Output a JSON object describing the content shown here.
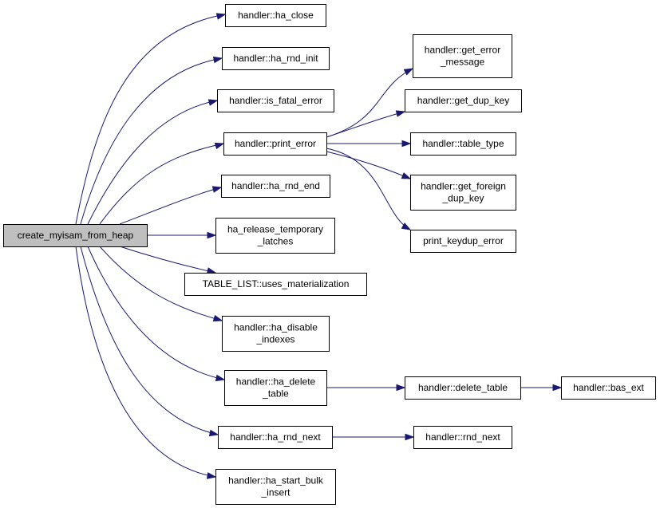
{
  "diagram": {
    "root": {
      "id": "root",
      "lines": [
        "create_myisam_from_heap"
      ]
    },
    "nodes": [
      {
        "id": "ha_close",
        "lines": [
          "handler::ha_close"
        ]
      },
      {
        "id": "ha_rnd_init",
        "lines": [
          "handler::ha_rnd_init"
        ]
      },
      {
        "id": "is_fatal_error",
        "lines": [
          "handler::is_fatal_error"
        ]
      },
      {
        "id": "print_error",
        "lines": [
          "handler::print_error"
        ]
      },
      {
        "id": "ha_rnd_end",
        "lines": [
          "handler::ha_rnd_end"
        ]
      },
      {
        "id": "ha_release_temporary_latches",
        "lines": [
          "ha_release_temporary",
          "_latches"
        ]
      },
      {
        "id": "uses_materialization",
        "lines": [
          "TABLE_LIST::uses_materialization"
        ]
      },
      {
        "id": "ha_disable_indexes",
        "lines": [
          "handler::ha_disable",
          "_indexes"
        ]
      },
      {
        "id": "ha_delete_table",
        "lines": [
          "handler::ha_delete",
          "_table"
        ]
      },
      {
        "id": "ha_rnd_next",
        "lines": [
          "handler::ha_rnd_next"
        ]
      },
      {
        "id": "ha_start_bulk_insert",
        "lines": [
          "handler::ha_start_bulk",
          "_insert"
        ]
      },
      {
        "id": "get_error_message",
        "lines": [
          "handler::get_error",
          "_message"
        ]
      },
      {
        "id": "get_dup_key",
        "lines": [
          "handler::get_dup_key"
        ]
      },
      {
        "id": "table_type",
        "lines": [
          "handler::table_type"
        ]
      },
      {
        "id": "get_foreign_dup_key",
        "lines": [
          "handler::get_foreign",
          "_dup_key"
        ]
      },
      {
        "id": "print_keydup_error",
        "lines": [
          "print_keydup_error"
        ]
      },
      {
        "id": "delete_table",
        "lines": [
          "handler::delete_table"
        ]
      },
      {
        "id": "bas_ext",
        "lines": [
          "handler::bas_ext"
        ]
      },
      {
        "id": "rnd_next",
        "lines": [
          "handler::rnd_next"
        ]
      }
    ],
    "edges": [
      {
        "from": "root",
        "to": "ha_close"
      },
      {
        "from": "root",
        "to": "ha_rnd_init"
      },
      {
        "from": "root",
        "to": "is_fatal_error"
      },
      {
        "from": "root",
        "to": "print_error"
      },
      {
        "from": "root",
        "to": "ha_rnd_end"
      },
      {
        "from": "root",
        "to": "ha_release_temporary_latches"
      },
      {
        "from": "root",
        "to": "uses_materialization"
      },
      {
        "from": "root",
        "to": "ha_disable_indexes"
      },
      {
        "from": "root",
        "to": "ha_delete_table"
      },
      {
        "from": "root",
        "to": "ha_rnd_next"
      },
      {
        "from": "root",
        "to": "ha_start_bulk_insert"
      },
      {
        "from": "print_error",
        "to": "get_error_message"
      },
      {
        "from": "print_error",
        "to": "get_dup_key"
      },
      {
        "from": "print_error",
        "to": "table_type"
      },
      {
        "from": "print_error",
        "to": "get_foreign_dup_key"
      },
      {
        "from": "print_error",
        "to": "print_keydup_error"
      },
      {
        "from": "ha_delete_table",
        "to": "delete_table"
      },
      {
        "from": "delete_table",
        "to": "bas_ext"
      },
      {
        "from": "ha_rnd_next",
        "to": "rnd_next"
      }
    ],
    "colors": {
      "edge": "#191970",
      "root_fill": "#bfbfbf",
      "node_fill": "#ffffff",
      "node_border": "#000000"
    }
  }
}
